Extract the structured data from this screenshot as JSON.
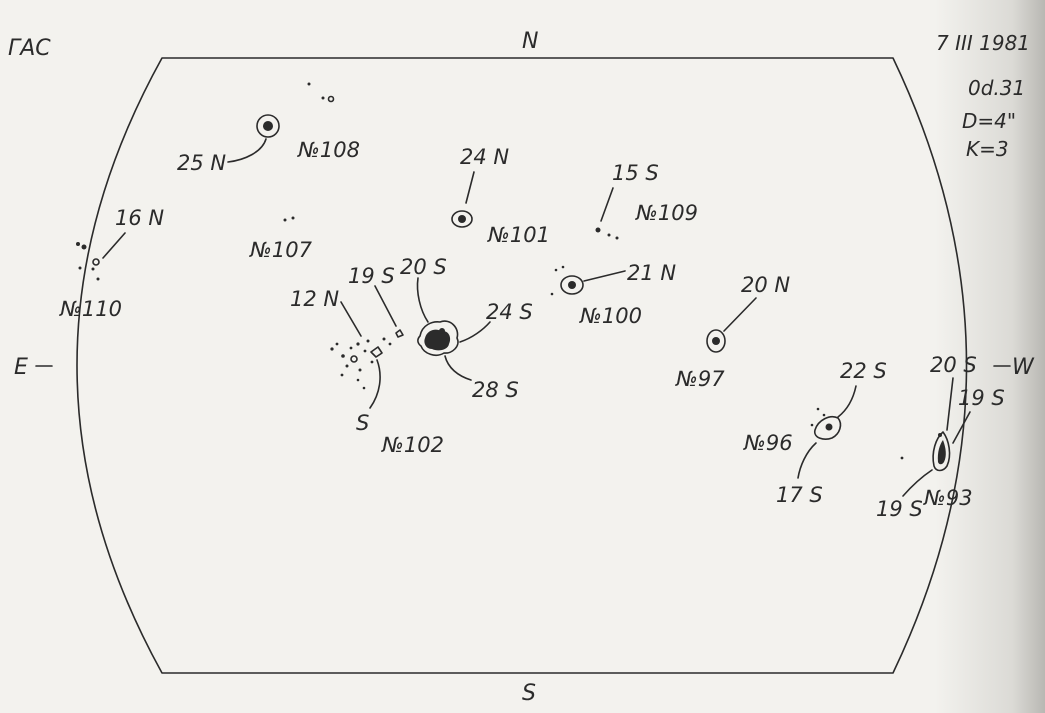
{
  "corner_label": "ГАС",
  "header": {
    "date": "7 III 1981",
    "time": "0d.31",
    "diameter": "D=4\"",
    "k_value": "K=3"
  },
  "directions": {
    "north": "N",
    "south": "S",
    "east": "E",
    "west": "W"
  },
  "groups": [
    {
      "number": "№108",
      "label": "25 N"
    },
    {
      "number": "№110",
      "label": "16 N"
    },
    {
      "number": "№107"
    },
    {
      "number": "№101",
      "label": "24 N"
    },
    {
      "number": "№109",
      "label": "15 S"
    },
    {
      "number": "№100",
      "label": "21 N"
    },
    {
      "number": "№102",
      "labels": [
        "12 N",
        "19 S",
        "20 S",
        "24 S",
        "28 S",
        "S"
      ]
    },
    {
      "number": "№97",
      "label": "20 N"
    },
    {
      "number": "№96",
      "labels": [
        "22 S",
        "17 S"
      ]
    },
    {
      "number": "№93",
      "labels": [
        "20 S",
        "19 S",
        "19 S"
      ]
    }
  ]
}
